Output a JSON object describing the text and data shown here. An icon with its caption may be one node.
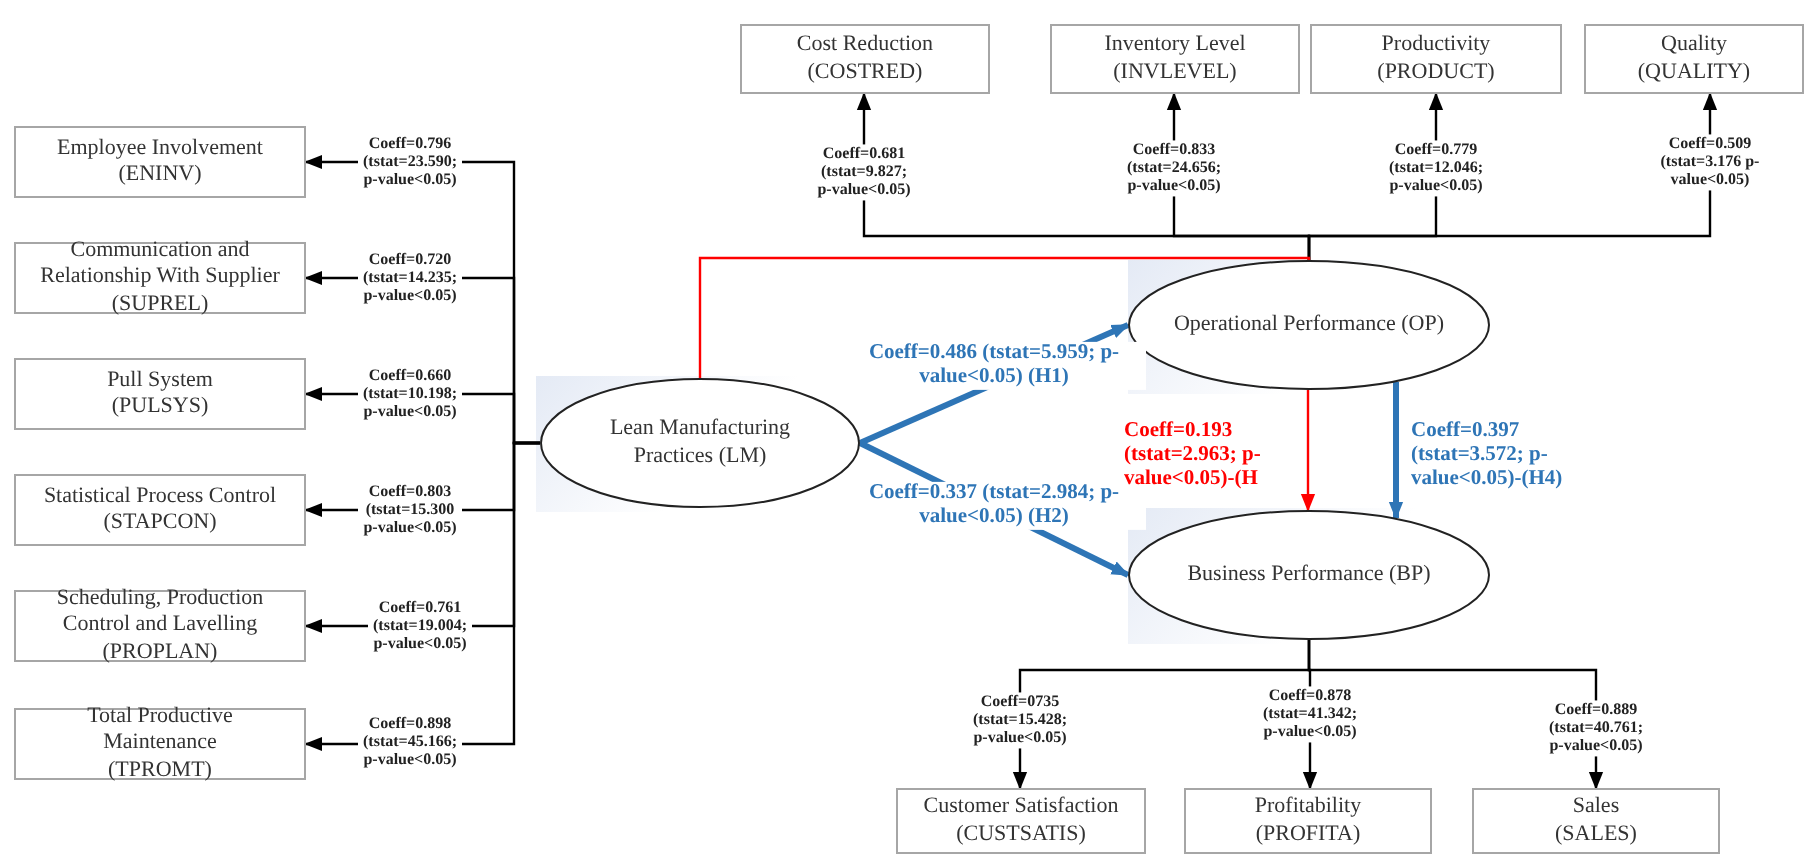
{
  "diagram": {
    "nodes": [
      {
        "text": [
          "Employee Involvement",
          "(ENINV)"
        ]
      },
      {
        "text": [
          "Communication and Relationship With Supplier",
          "(SUPREL)"
        ]
      },
      {
        "text": [
          "Pull  System",
          "(PULSYS)"
        ]
      },
      {
        "text": [
          "Statistical Process Control",
          "(STAPCON)"
        ]
      },
      {
        "text": [
          "Scheduling, Production Control and Lavelling",
          "(PROPLAN)"
        ]
      },
      {
        "text": [
          "Total Productive Maintenance",
          "(TPROMT)"
        ]
      },
      {
        "text": [
          "Lean Manufacturing Practices (LM)"
        ]
      },
      {
        "text": [
          "Operational Performance (OP)"
        ]
      },
      {
        "text": [
          "Business Performance (BP)"
        ]
      },
      {
        "text": [
          "Cost Reduction",
          "(COSTRED)"
        ]
      },
      {
        "text": [
          "Inventory Level",
          "(INVLEVEL)"
        ]
      },
      {
        "text": [
          "Productivity",
          "(PRODUCT)"
        ]
      },
      {
        "text": [
          "Quality",
          "(QUALITY)"
        ]
      },
      {
        "text": [
          "Customer Satisfaction",
          "(CUSTSATIS)"
        ]
      },
      {
        "text": [
          "Profitability",
          "(PROFITA)"
        ]
      },
      {
        "text": [
          "Sales",
          "(SALES)"
        ]
      }
    ],
    "edges": [
      {
        "from": 6,
        "to": 0,
        "arrow": "to",
        "label": "Coeff=0.796 (tstat=23.590; p-value<0.05)"
      },
      {
        "from": 6,
        "to": 1,
        "arrow": "to",
        "label": "Coeff=0.720 (tstat=14.235; p-value<0.05)"
      },
      {
        "from": 6,
        "to": 2,
        "arrow": "to",
        "label": "Coeff=0.660 (tstat=10.198; p-value<0.05)"
      },
      {
        "from": 6,
        "to": 3,
        "arrow": "to",
        "label": "Coeff=0.803 (tstat=15.300 p-value<0.05)"
      },
      {
        "from": 6,
        "to": 4,
        "arrow": "to",
        "label": "Coeff=0.761 (tstat=19.004; p-value<0.05)"
      },
      {
        "from": 6,
        "to": 5,
        "arrow": "to",
        "label": "Coeff=0.898 (tstat=45.166; p-value<0.05)"
      },
      {
        "from": 7,
        "to": 9,
        "arrow": "to",
        "label": "Coeff=0.681 (tstat=9.827; p-value<0.05)"
      },
      {
        "from": 7,
        "to": 10,
        "arrow": "to",
        "label": "Coeff=0.833 (tstat=24.656; p-value<0.05)"
      },
      {
        "from": 7,
        "to": 11,
        "arrow": "to",
        "label": "Coeff=0.779 (tstat=12.046; p-value<0.05)"
      },
      {
        "from": 7,
        "to": 12,
        "arrow": "to",
        "label": "Coeff=0.509 (tstat=3.176 p-value<0.05)"
      },
      {
        "from": 6,
        "to": 7,
        "arrow": "none",
        "color": "#ff0000"
      },
      {
        "from": 6,
        "to": 7,
        "arrow": "to",
        "style": "thick",
        "color": "#2e75b6",
        "label": "Coeff=0.486 (tstat=5.959; p-value<0.05) (H1)"
      },
      {
        "from": 6,
        "to": 8,
        "arrow": "to",
        "style": "thick",
        "color": "#2e75b6",
        "label": "Coeff=0.337 (tstat=2.984; p-value<0.05) (H2)"
      },
      {
        "from": 7,
        "to": 8,
        "arrow": "to",
        "color": "#ff0000",
        "label": "Coeff=0.193 (tstat=2.963; p-value<0.05)-(H"
      },
      {
        "from": 7,
        "to": 8,
        "arrow": "to",
        "style": "thick",
        "color": "#2e75b6",
        "label": "Coeff=0.397 (tstat=3.572; p-value<0.05)-(H4)"
      },
      {
        "from": 8,
        "to": 13,
        "arrow": "to",
        "label": "Coeff=0735 (tstat=15.428; p-value<0.05)"
      },
      {
        "from": 8,
        "to": 14,
        "arrow": "to",
        "label": "Coeff=0.878 (tstat=41.342; p-value<0.05)"
      },
      {
        "from": 8,
        "to": 15,
        "arrow": "to",
        "label": "Coeff=0.889 (tstat=40.761; p-value<0.05)"
      }
    ]
  }
}
